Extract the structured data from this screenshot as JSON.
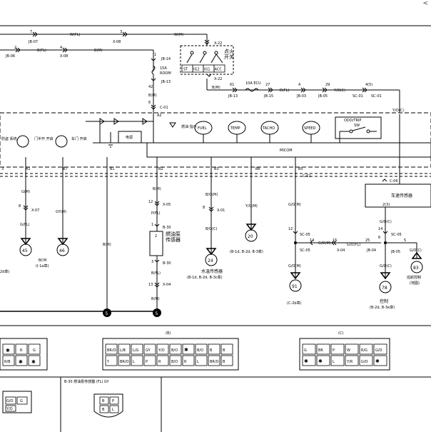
{
  "page_mark": "<",
  "power": {
    "fl_label": "W(FL)",
    "w_m_label": "W(M)",
    "x08_a": "X-08",
    "x08_b": "X-08",
    "jb07": "JB-07",
    "jb06": "JB-06",
    "bfl_label": "B(FL)",
    "bm_label": "B(M)",
    "x22_top": "X-22",
    "x22_bottom": "X-22",
    "pin7": "7",
    "pin2": "2",
    "pin3": "3",
    "pin4": "4"
  },
  "ignition": {
    "title_l1": "点火",
    "title_l2": "开关",
    "terminals": [
      "ST",
      "IG2",
      "IG1",
      "ACC"
    ]
  },
  "fuse": {
    "jb14": "JB-14",
    "jb13": "JB-13",
    "amp": "15A",
    "name": "ROOM",
    "pin1": "1",
    "pin42": "42",
    "wire_bm": "B(M)",
    "c01": "C-01",
    "pin6": "6"
  },
  "ign_feed": {
    "wire": "B(M)",
    "fuse": "10A ECU",
    "jb13": "JB-13",
    "pin61": "61",
    "pin27": "27",
    "jb15": "JB-15",
    "d_fl": "D(FL)",
    "pin4": "4",
    "jb03": "JB-03",
    "pin29": "29",
    "jb05": "JB-05",
    "yc": "Y/O(C)",
    "pin4_5": "4(5)",
    "sc01a": "SC-01",
    "sc01b": "SC-01",
    "y_c": "Y/O(C)"
  },
  "cluster": {
    "name": "MICOM",
    "pin_a2": "A2",
    "lamps": [
      "防盗\n系统",
      "门半开\n开启",
      "车门\n开启"
    ],
    "fuel_warn": "燃油\n指示",
    "gauges": [
      "FUEL",
      "TEMP",
      "TACHO",
      "SPEED"
    ],
    "odo_l1": "ODO/TRIP",
    "odo_l2": "SW",
    "pwr_box": "电源",
    "pins": [
      "3",
      "A1",
      "B7",
      "B1",
      "B2",
      "B3",
      "B6",
      "B5"
    ],
    "c01": "C-01"
  },
  "bottom_left": {
    "w1": "G(M)",
    "pin8": "8",
    "x07": "X-07",
    "w2": "G(FL)",
    "w3": "GY(M)",
    "conn45": "45",
    "conn46": "46",
    "bcm": "BCM",
    "bcm_ref": "(I-1a章)",
    "edge_ref": "2d章)",
    "b_m": "B(M)"
  },
  "fuel_sender": {
    "w1": "B(M)",
    "pin12": "12",
    "x05": "X-05",
    "w2": "P(FL)",
    "pin1": "1",
    "b30_a": "B-30",
    "name_l1": "燃油泵",
    "name_l2": "传感器",
    "pin2": "2",
    "pin3": "3",
    "b30_b": "B-30",
    "w3": "B(FL)",
    "pin13": "13",
    "x04": "X-04",
    "w4": "B(M)",
    "ground": "5"
  },
  "temp_sender": {
    "w1": "B/O(M)",
    "pin8": "8",
    "x01": "X-01",
    "w2": "B/O(C)",
    "conn": "24",
    "name": "水温传感器",
    "ref": "(B-1d, B-2d, B-3c章)"
  },
  "tacho": {
    "w1": "Y/G(M)",
    "conn": "20",
    "ref": "(B-1d, B-2d, B-3章)"
  },
  "speed": {
    "w1": "G/O(M)",
    "pin12": "12",
    "sc05a": "SC-05",
    "pin14": "14",
    "sc05b": "SC-05",
    "w2": "G/O(M)",
    "pin15": "15",
    "x04": "X-04",
    "w3": "G/O(M)",
    "conn": "91",
    "ref": "(C-2b章)"
  },
  "vss": {
    "c06": "C-06",
    "name": "车速传感器",
    "pin": "2(3)",
    "w1": "G/O(C)",
    "pin14": "14",
    "sc05": "SC-05",
    "pin6": "6",
    "w_left": "G/O(FL)",
    "pin25": "25",
    "jb04": "JB-04",
    "jb05": "JB-05",
    "pin5": "5",
    "w_right": "G/O(C)",
    "w2": "G/O(C)",
    "conn78": "78",
    "conn83": "83",
    "ctrl": "控制",
    "ctrl_ref": "(B-2d, B-3e章)",
    "cruise_l1": "巡航控制",
    "cruise_l2": "(地图)"
  },
  "connectors": {
    "b_title": "(B)",
    "c_title": "(C)",
    "b_row1": [
      "BR/O",
      "L/B",
      "L/G",
      "GY",
      "Y/O",
      "B/O",
      "✱",
      "B/O",
      "B",
      "B"
    ],
    "b_row2": [
      "Y",
      "BR/O",
      "L",
      "P",
      "R",
      "B/O",
      "R",
      "L",
      "BR/O",
      "B"
    ],
    "a_row1": [
      "✱",
      "R",
      "G"
    ],
    "a_row2": [
      "R/B",
      "✱",
      "✱"
    ],
    "c_row1": [
      "G",
      "BR",
      "P",
      "W",
      "R/G",
      "G/O"
    ],
    "c_row2": [
      "✱",
      "✱",
      "L",
      "Y/R",
      "G/O",
      "✱"
    ],
    "b30_label": "B-30 燃油泵传感器 (FL) GY",
    "b30_pins": [
      "B",
      "P",
      "B",
      "L"
    ],
    "left_pins": [
      "G/O",
      "G",
      "Y/O"
    ]
  }
}
